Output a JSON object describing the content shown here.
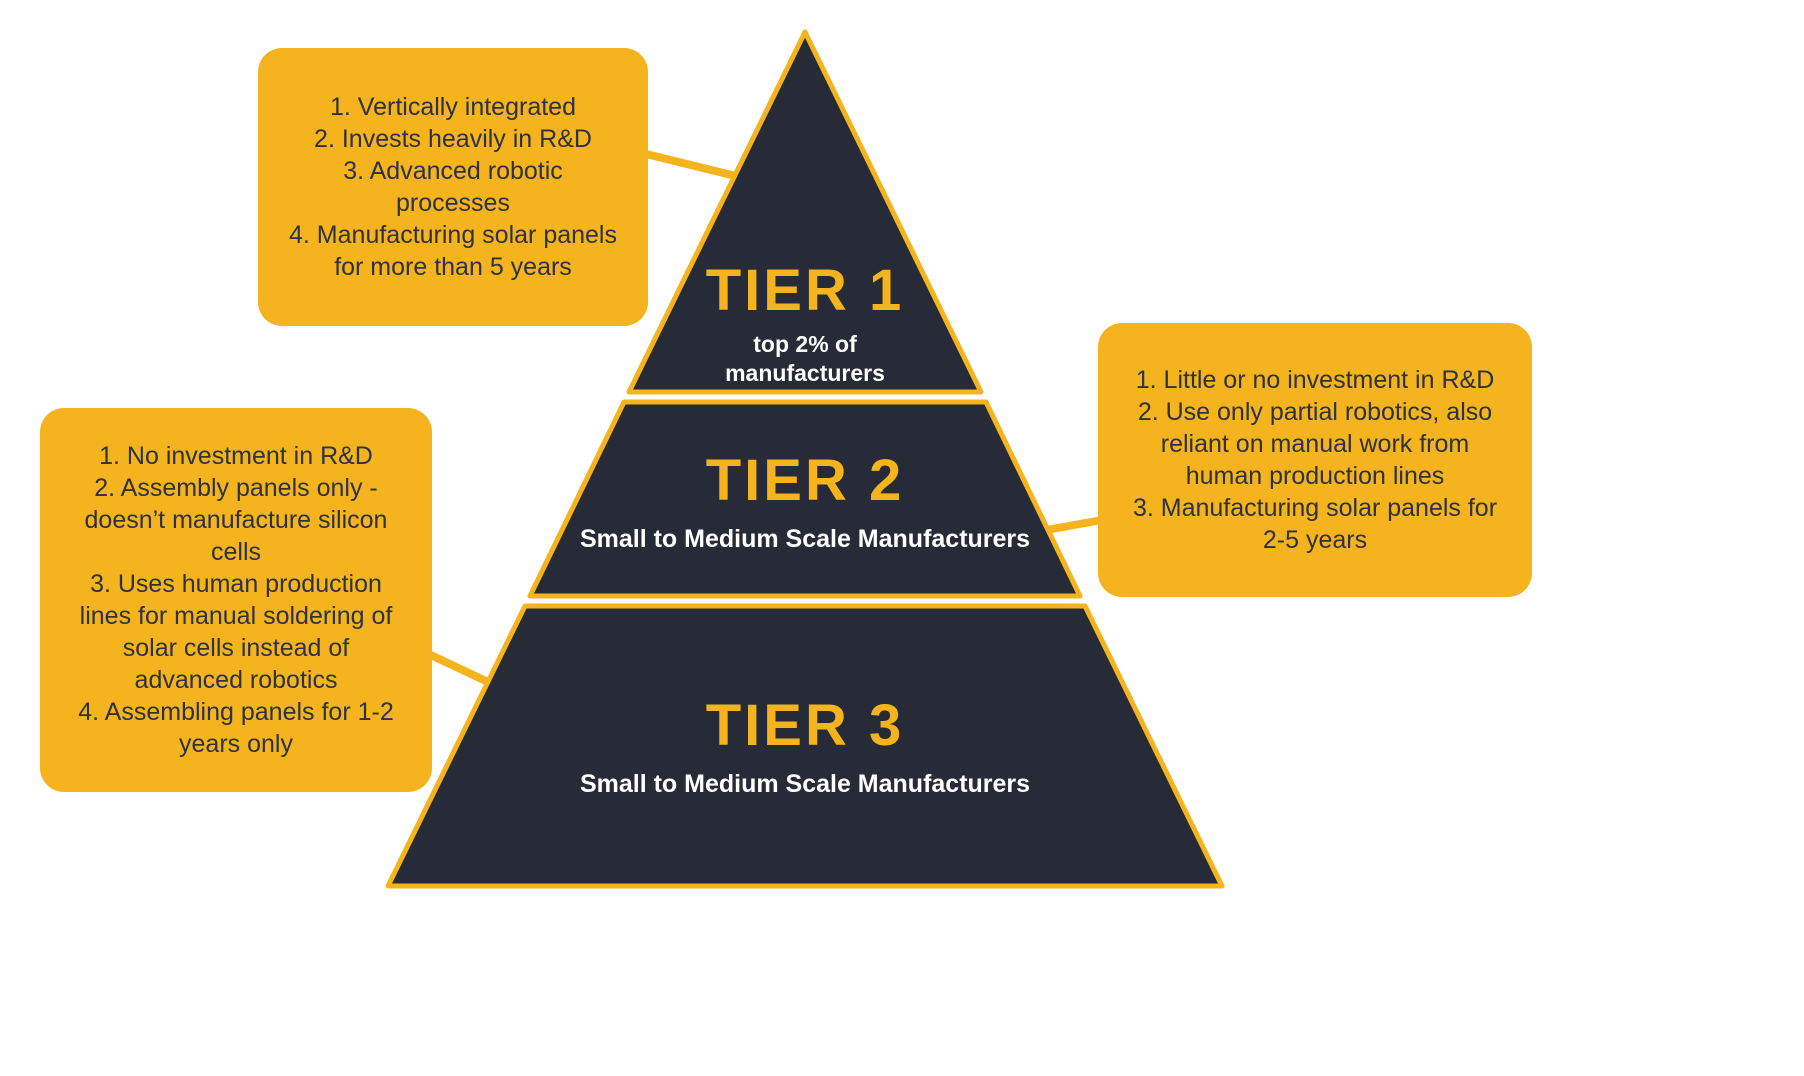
{
  "title": "Solar panel manufacturer tiers pyramid",
  "colors": {
    "gold": "#F5B41E",
    "pyramid_dark": "#262B37",
    "callout_text": "#2C3240",
    "subtitle_white": "#FFFFFF"
  },
  "pyramid": {
    "tiers": [
      {
        "title": "TIER 1",
        "subtitle": "top 2% of\nmanufacturers"
      },
      {
        "title": "TIER 2",
        "subtitle": "Small to Medium Scale Manufacturers"
      },
      {
        "title": "TIER 3",
        "subtitle": "Small to Medium Scale Manufacturers"
      }
    ]
  },
  "callouts": {
    "tier1": {
      "items": [
        "1. Vertically integrated",
        "2. Invests heavily in R&D",
        "3. Advanced robotic processes",
        "4. Manufacturing solar panels for more than 5 years"
      ]
    },
    "tier2": {
      "items": [
        "1. Little or no investment in R&D",
        "2. Use only partial robotics, also reliant on manual work from human production lines",
        "3. Manufacturing solar panels for 2-5 years"
      ]
    },
    "tier3": {
      "items": [
        "1. No investment in R&D",
        "2. Assembly panels only - doesn’t manufacture silicon cells",
        "3. Uses human production lines for manual soldering of solar cells instead of advanced robotics",
        "4. Assembling panels for 1-2 years only"
      ]
    }
  }
}
